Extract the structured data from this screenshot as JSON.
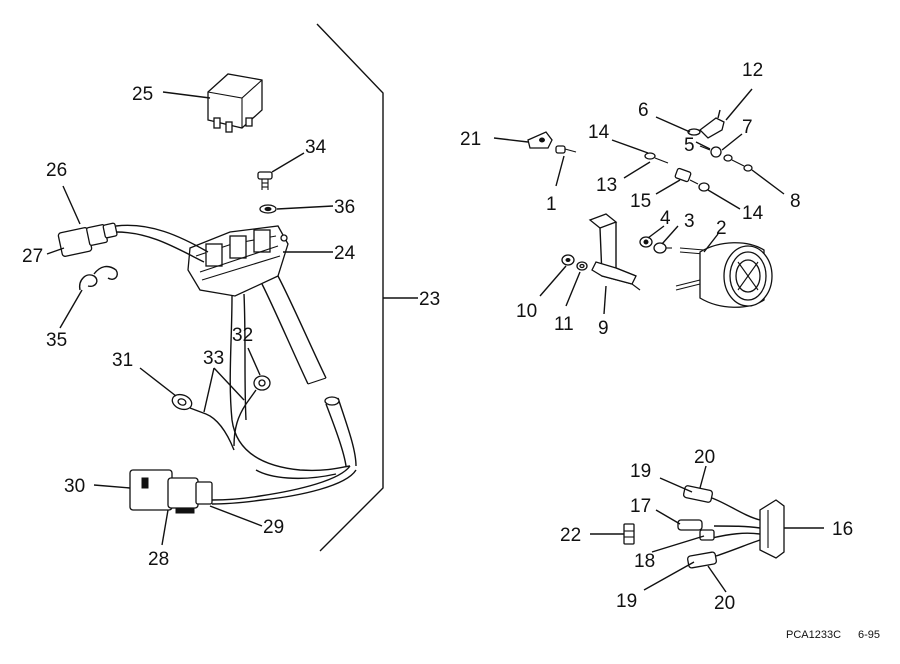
{
  "labels": {
    "l1": "1",
    "l2": "2",
    "l3": "3",
    "l4": "4",
    "l5": "5",
    "l6": "6",
    "l7": "7",
    "l8": "8",
    "l9": "9",
    "l10": "10",
    "l11": "11",
    "l12": "12",
    "l13": "13",
    "l14a": "14",
    "l14b": "14",
    "l15": "15",
    "l16": "16",
    "l17": "17",
    "l18": "18",
    "l19a": "19",
    "l19b": "19",
    "l20a": "20",
    "l20b": "20",
    "l21": "21",
    "l22": "22",
    "l23": "23",
    "l24": "24",
    "l25": "25",
    "l26": "26",
    "l27": "27",
    "l28": "28",
    "l29": "29",
    "l30": "30",
    "l31": "31",
    "l32": "32",
    "l33": "33",
    "l34": "34",
    "l35": "35",
    "l36": "36"
  },
  "footer": {
    "code": "PCA1233C",
    "date": "6-95"
  }
}
